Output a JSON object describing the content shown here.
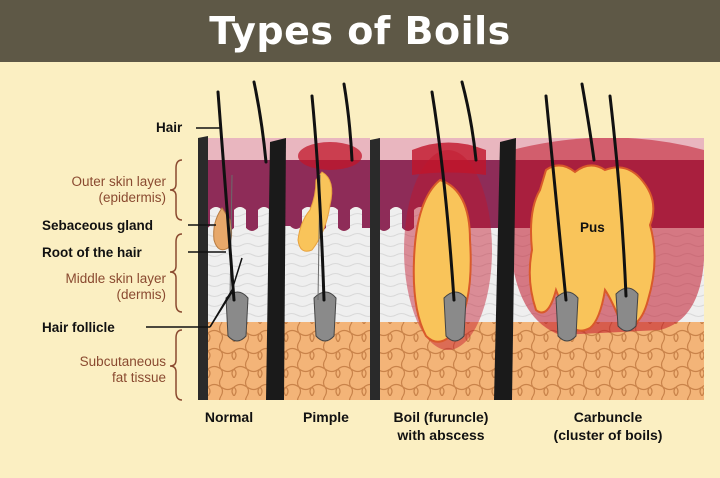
{
  "title": "Types of Boils",
  "labels": {
    "hair": "Hair",
    "outer_skin_1": "Outer skin layer",
    "outer_skin_2": "(epidermis)",
    "sebaceous": "Sebaceous gland",
    "root": "Root of the hair",
    "middle_skin_1": "Middle skin layer",
    "middle_skin_2": "(dermis)",
    "follicle": "Hair follicle",
    "subcut_1": "Subcutaneous",
    "subcut_2": "fat tissue",
    "pus": "Pus"
  },
  "captions": {
    "normal": "Normal",
    "pimple": "Pimple",
    "boil_1": "Boil (furuncle)",
    "boil_2": "with abscess",
    "carbuncle_1": "Carbuncle",
    "carbuncle_2": "(cluster of boils)"
  },
  "colors": {
    "title_bar": "#5e5846",
    "background": "#fbefc2",
    "epidermis": "#8e2c58",
    "dermis": "#eeeeee",
    "fat": "#f3b478",
    "pus": "#f9c45a",
    "inflammation": "#c0152a"
  }
}
